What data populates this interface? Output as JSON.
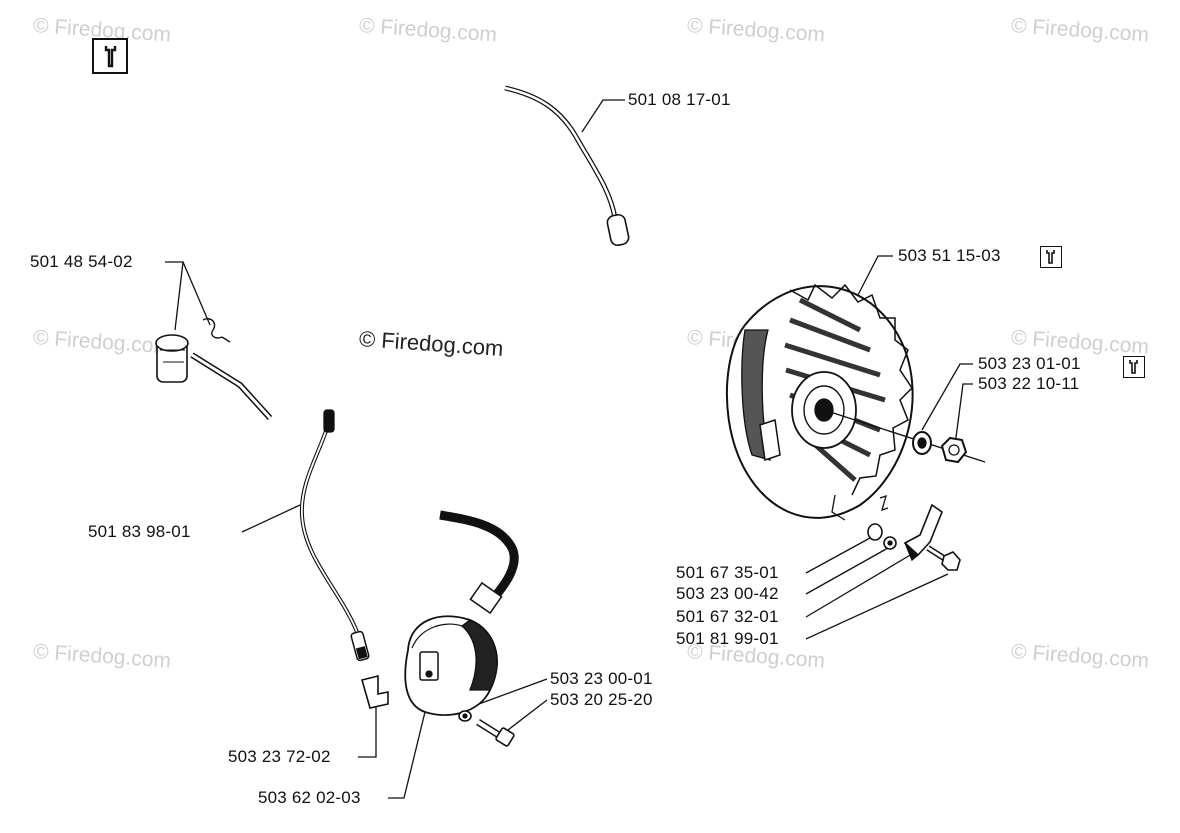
{
  "watermark": "© Firedog.com",
  "parts": [
    {
      "id": "p1",
      "label": "501 08 17-01"
    },
    {
      "id": "p2",
      "label": "501 48 54-02"
    },
    {
      "id": "p3",
      "label": "501 83 98-01"
    },
    {
      "id": "p4",
      "label": "503 51 15-03"
    },
    {
      "id": "p5",
      "label": "503 23 01-01"
    },
    {
      "id": "p6",
      "label": "503 22 10-11"
    },
    {
      "id": "p7",
      "label": "501 67 35-01"
    },
    {
      "id": "p8",
      "label": "503 23 00-42"
    },
    {
      "id": "p9",
      "label": "501 67 32-01"
    },
    {
      "id": "p10",
      "label": "501 81 99-01"
    },
    {
      "id": "p11",
      "label": "503 23 00-01"
    },
    {
      "id": "p12",
      "label": "503 20 25-20"
    },
    {
      "id": "p13",
      "label": "503 23 72-02"
    },
    {
      "id": "p14",
      "label": "503 62 02-03"
    }
  ],
  "icons": {
    "tool": "wrench-icon"
  }
}
